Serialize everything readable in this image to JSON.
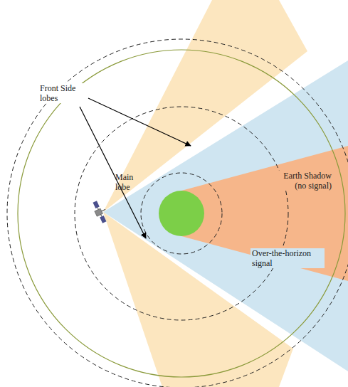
{
  "diagram": {
    "labels": [
      "Front Side lobes",
      "Main lobe",
      "Earth Shadow (no signal)",
      "Over-the-horizon signal"
    ]
  }
}
